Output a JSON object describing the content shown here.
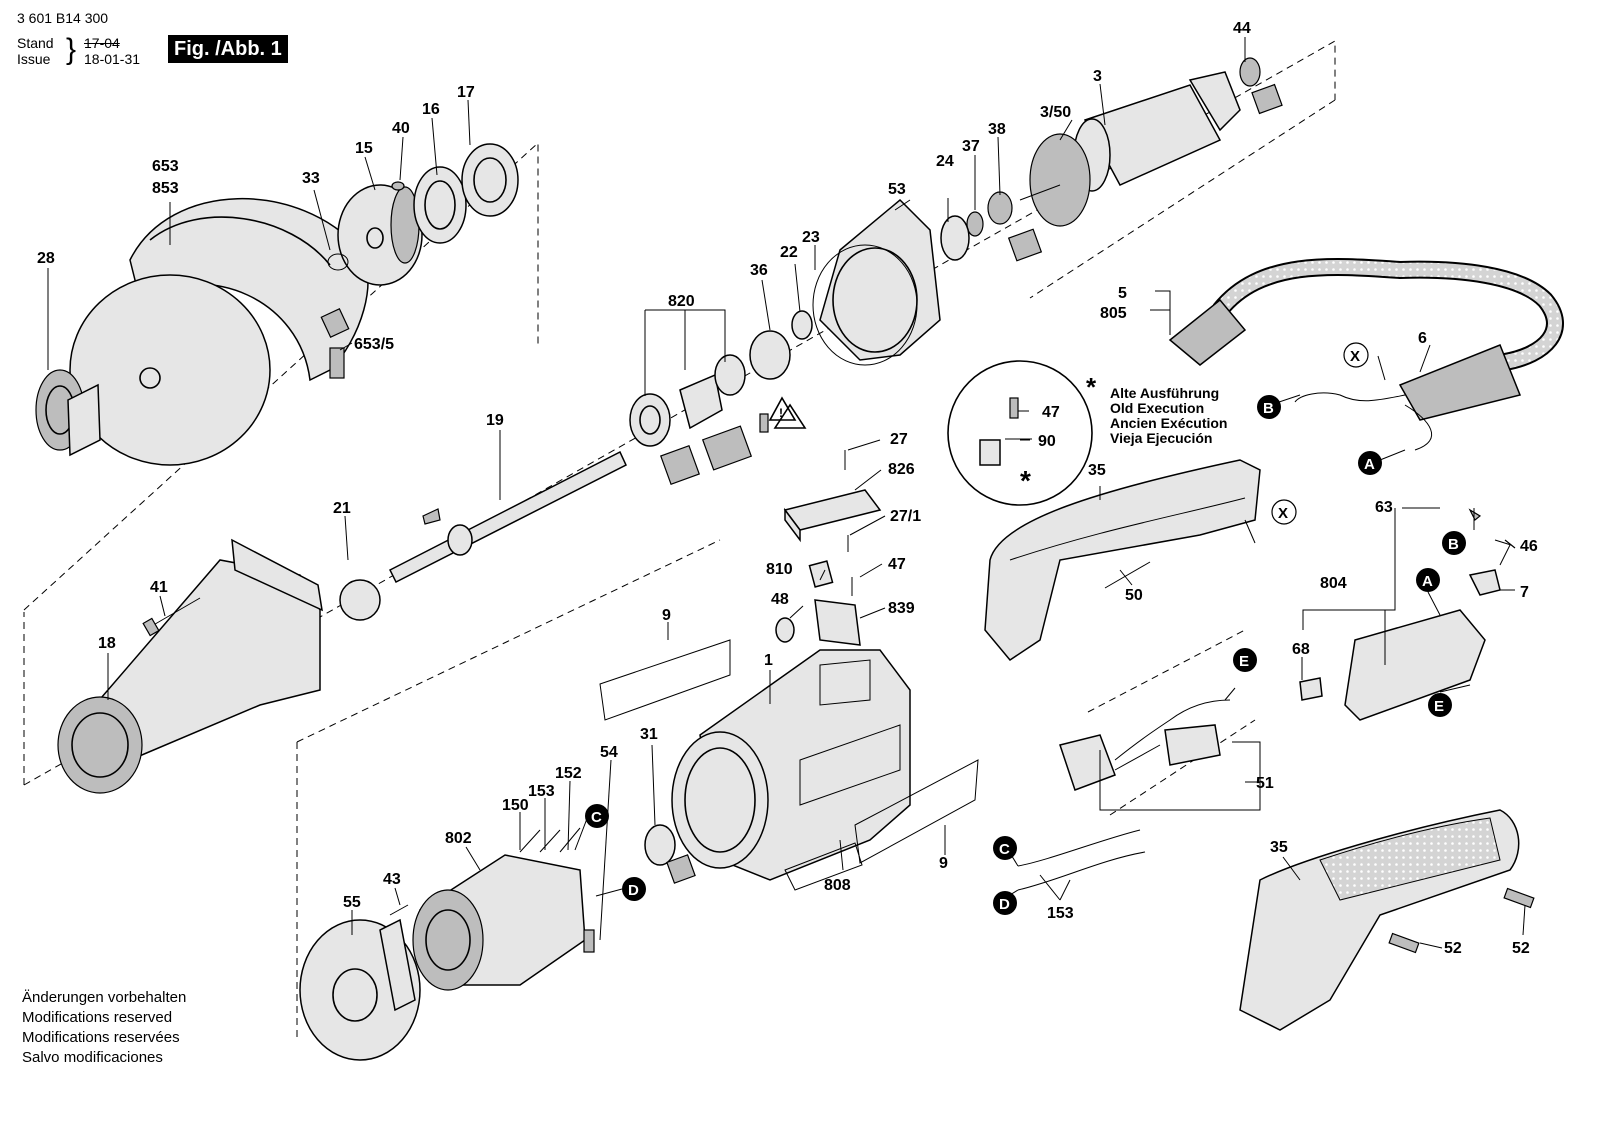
{
  "header": {
    "part_number": "3 601 B14 300",
    "stand_label": "Stand",
    "issue_label": "Issue",
    "old_date": "17-04",
    "date": "18-01-31",
    "figure": "Fig. /Abb. 1"
  },
  "footer_notes": [
    "Änderungen vorbehalten",
    "Modifications reserved",
    "Modifications reservées",
    "Salvo modificaciones"
  ],
  "old_execution": {
    "marker": "*",
    "lines": [
      "Alte Ausführung",
      "Old Execution",
      "Ancien Exécution",
      "Vieja Ejecución"
    ]
  },
  "markers": {
    "A": "A",
    "B": "B",
    "C": "C",
    "D": "D",
    "E": "E",
    "X": "X"
  },
  "labels": {
    "p44": "44",
    "p3": "3",
    "p3_50": "3/50",
    "p38": "38",
    "p37": "37",
    "p24": "24",
    "p53": "53",
    "p23": "23",
    "p22": "22",
    "p36": "36",
    "p820": "820",
    "p17": "17",
    "p16": "16",
    "p40": "40",
    "p15": "15",
    "p33": "33",
    "p653": "653",
    "p853": "853",
    "p28": "28",
    "p653_5": "653/5",
    "p5": "5",
    "p805": "805",
    "p6": "6",
    "p47a": "47",
    "p90": "90",
    "p19": "19",
    "p27": "27",
    "p826": "826",
    "p27_1": "27/1",
    "p810": "810",
    "p47b": "47",
    "p48": "48",
    "p839": "839",
    "p35a": "35",
    "p50": "50",
    "p21": "21",
    "p41": "41",
    "p18": "18",
    "p9a": "9",
    "p1": "1",
    "p63": "63",
    "p46": "46",
    "p804": "804",
    "p7": "7",
    "p68": "68",
    "p31": "31",
    "p54": "54",
    "p152": "152",
    "p153a": "153",
    "p150": "150",
    "p802": "802",
    "p43": "43",
    "p55": "55",
    "p808": "808",
    "p9b": "9",
    "p51": "51",
    "p153b": "153",
    "p35b": "35",
    "p52a": "52",
    "p52b": "52"
  }
}
